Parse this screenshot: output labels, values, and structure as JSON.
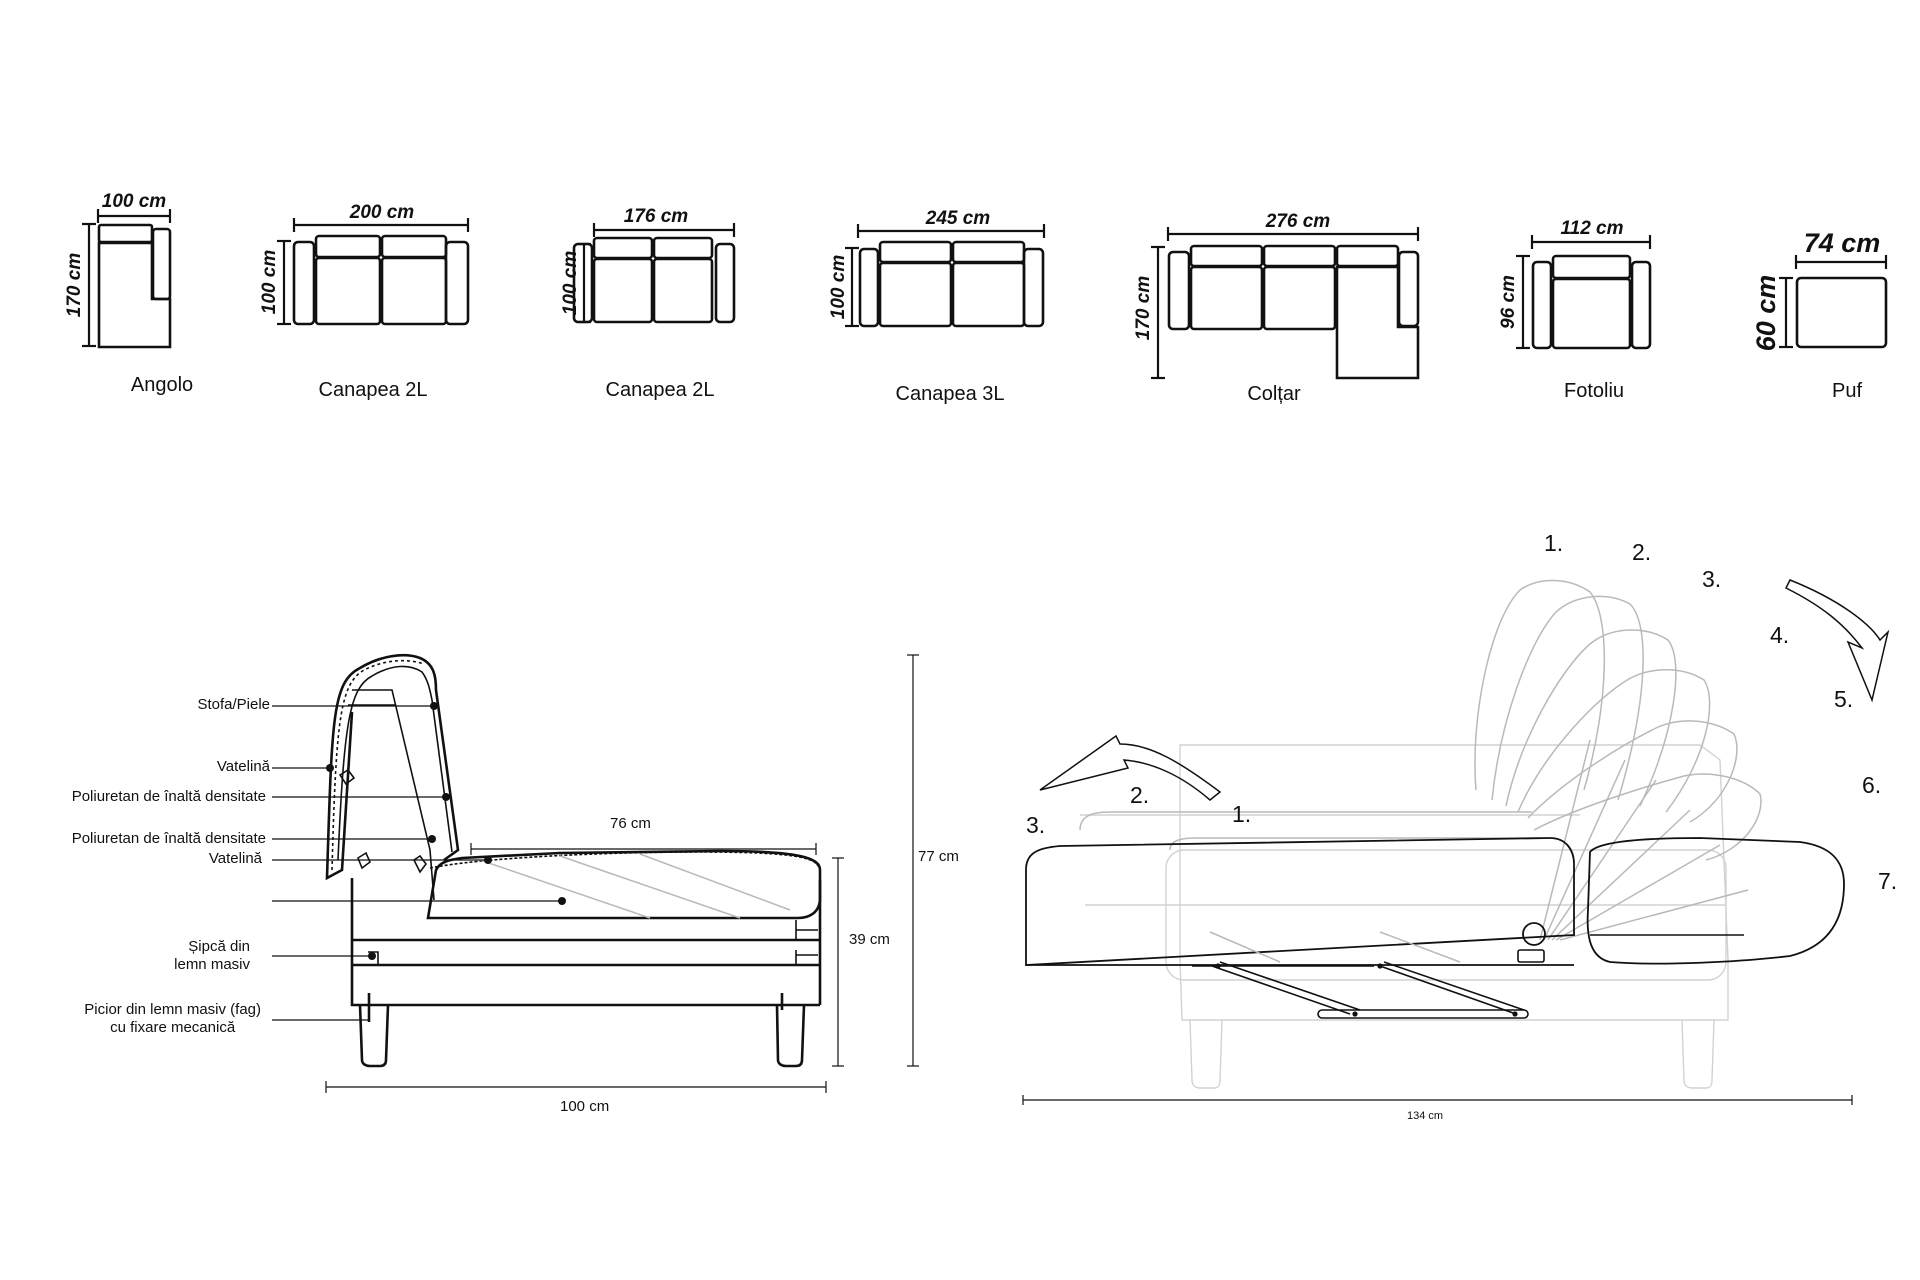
{
  "products": [
    {
      "name": "Angolo",
      "width": "100 cm",
      "depth": "170 cm"
    },
    {
      "name": "Canapea 2L",
      "width": "200 cm",
      "depth": "100 cm"
    },
    {
      "name": "Canapea 2L",
      "width": "176 cm",
      "depth": "100 cm"
    },
    {
      "name": "Canapea 3L",
      "width": "245 cm",
      "depth": "100 cm"
    },
    {
      "name": "Colțar",
      "width": "276 cm",
      "depth": "170 cm"
    },
    {
      "name": "Fotoliu",
      "width": "112 cm",
      "depth": "96 cm"
    },
    {
      "name": "Puf",
      "width": "74 cm",
      "depth": "60 cm"
    }
  ],
  "section": {
    "callouts": [
      "Stofa/Piele",
      "Vatelină",
      "Poliuretan de înaltă densitate",
      "Poliuretan de înaltă densitate",
      "Vatelină",
      "",
      "Șipcă din\nlemn masiv",
      "Picior din lemn masiv (fag)\ncu fixare mecanică"
    ],
    "seat_depth": "76 cm",
    "seat_height": "39 cm",
    "total_height": "77 cm",
    "total_depth": "100 cm"
  },
  "mechanism": {
    "back_steps": [
      "1.",
      "2.",
      "3.",
      "4.",
      "5.",
      "6.",
      "7."
    ],
    "seat_steps": [
      "1.",
      "2.",
      "3."
    ],
    "open_length": "134 cm"
  }
}
